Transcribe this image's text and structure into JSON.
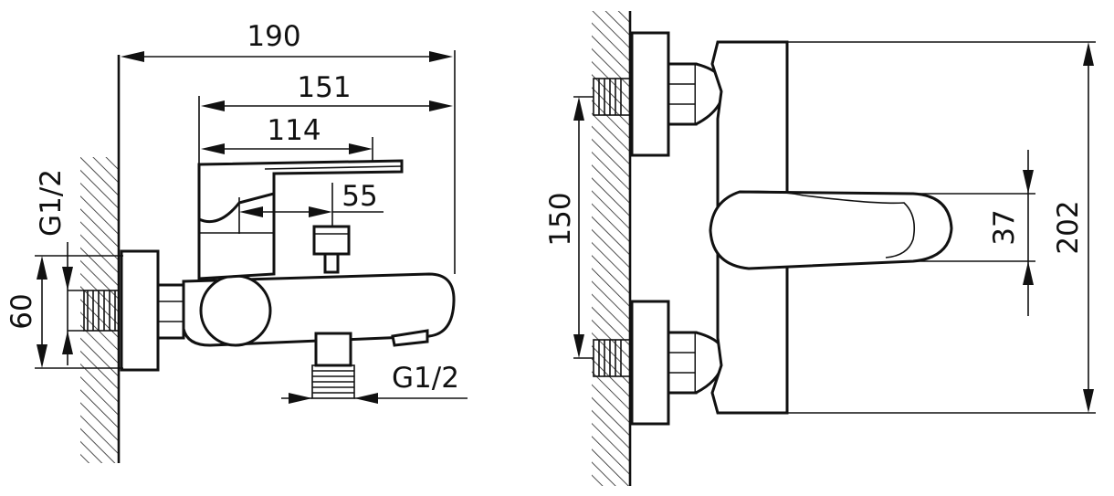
{
  "side_view": {
    "dim_overall_length": "190",
    "dim_spout_length": "151",
    "dim_lever_length": "114",
    "dim_diverter_offset": "55",
    "dim_inlet_thread": "G1/2",
    "dim_outlet_thread": "G1/2",
    "dim_inlet_height": "60"
  },
  "front_view": {
    "dim_inlet_spacing": "150",
    "dim_handle_height": "37",
    "dim_overall_height": "202"
  }
}
